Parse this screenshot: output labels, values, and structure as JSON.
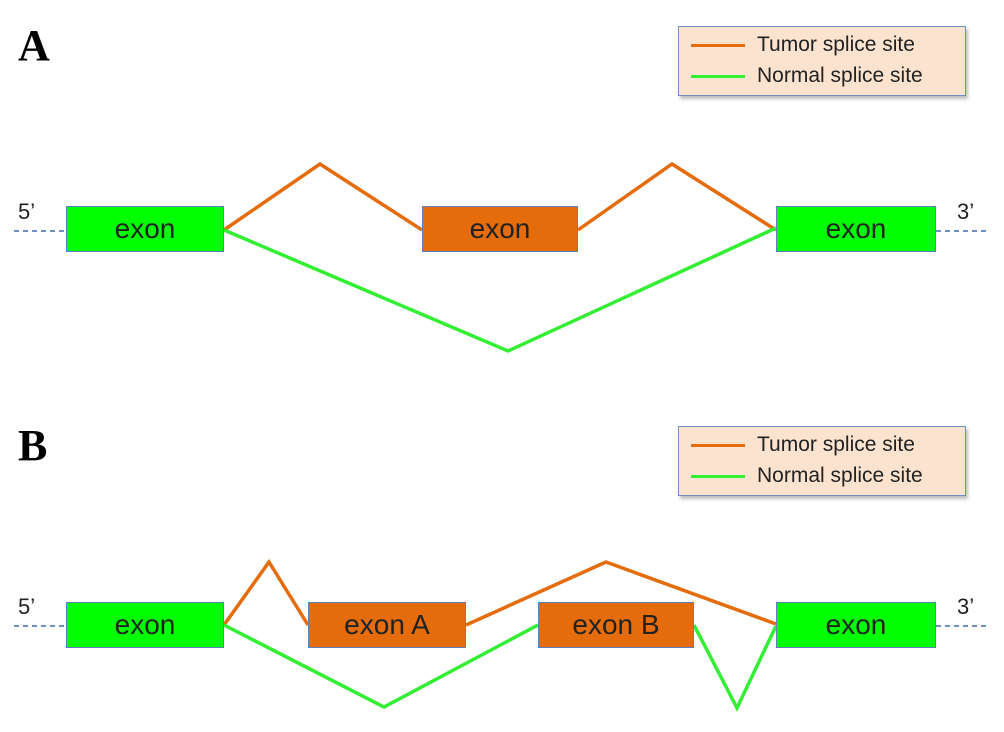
{
  "colors": {
    "tumor": "#e46c0a",
    "normal": "#33ee33",
    "intron_dash": "#6f8fc2",
    "normal_exon_fill": "#00ff00",
    "tumor_exon_fill": "#e46c0a"
  },
  "panels": [
    {
      "label": "A",
      "legend": {
        "tumor": "Tumor splice site",
        "normal": "Normal splice site"
      },
      "five_prime": "5’",
      "three_prime": "3’",
      "exons": [
        {
          "label": "exon",
          "kind": "normal"
        },
        {
          "label": "exon",
          "kind": "tumor"
        },
        {
          "label": "exon",
          "kind": "normal"
        }
      ]
    },
    {
      "label": "B",
      "legend": {
        "tumor": "Tumor splice site",
        "normal": "Normal splice site"
      },
      "five_prime": "5’",
      "three_prime": "3’",
      "exons": [
        {
          "label": "exon",
          "kind": "normal"
        },
        {
          "label": "exon A",
          "kind": "tumor"
        },
        {
          "label": "exon B",
          "kind": "tumor"
        },
        {
          "label": "exon",
          "kind": "normal"
        }
      ]
    }
  ]
}
